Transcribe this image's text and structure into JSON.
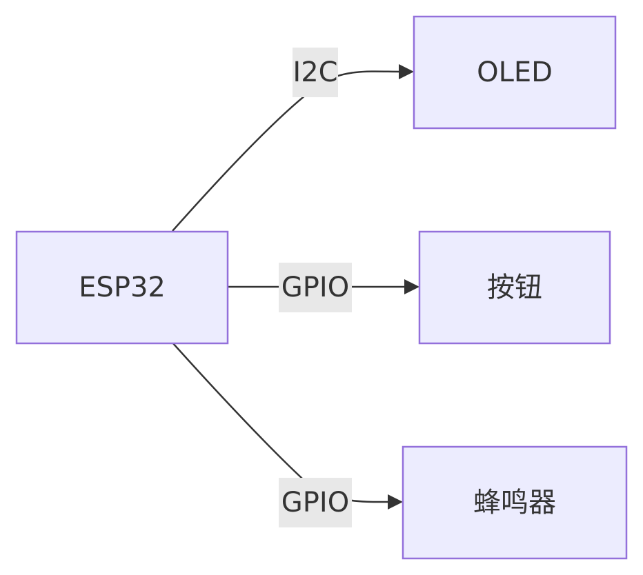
{
  "diagram": {
    "type": "flowchart",
    "nodes": {
      "esp32": {
        "label": "ESP32"
      },
      "oled": {
        "label": "OLED"
      },
      "button": {
        "label": "按钮"
      },
      "buzzer": {
        "label": "蜂鸣器"
      }
    },
    "edges": [
      {
        "from": "ESP32",
        "to": "OLED",
        "label": "I2C"
      },
      {
        "from": "ESP32",
        "to": "按钮",
        "label": "GPIO"
      },
      {
        "from": "ESP32",
        "to": "蜂鸣器",
        "label": "GPIO"
      }
    ],
    "colors": {
      "node_fill": "#ececfe",
      "node_border": "#9370db",
      "edge": "#333333",
      "edge_label_bg": "#e8e8e8",
      "text": "#333333"
    }
  }
}
